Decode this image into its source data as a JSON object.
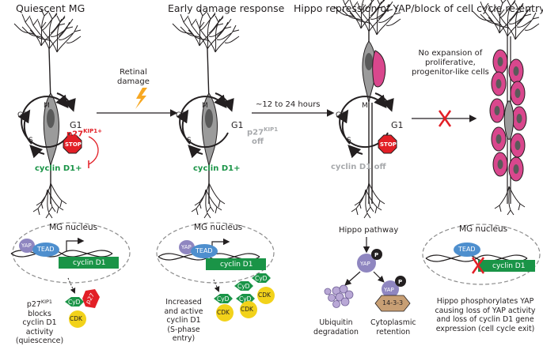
{
  "panels": {
    "quiescent": {
      "title": "Quiescent MG"
    },
    "early": {
      "title": "Early damage response"
    },
    "hippo": {
      "title": "Hippo repression of YAP/block of cell cycle re-entry"
    }
  },
  "arrows": {
    "retinal_damage": "Retinal\ndamage",
    "time": "~12 to 24 hours"
  },
  "no_expansion": "No expansion of\nproliferative,\nprogenitor-like cells",
  "cycle": {
    "phases": [
      "M",
      "G1",
      "S",
      "G2"
    ],
    "stop": "STOP",
    "p27_on": "p27",
    "p27_sup": "KIP1+",
    "p27_off": "p27",
    "p27_off_sup": "KIP1",
    "p27_off_suffix": "off",
    "cyclin_on": "cyclin D1+",
    "cyclin_off": "cyclin D1 off"
  },
  "nucleus": {
    "title": "MG nucleus",
    "yap": "YAP",
    "tead": "TEAD",
    "gene": "cyclin D1"
  },
  "complexes": {
    "cyd": "CyD",
    "cdk": "CDK",
    "p27": "p27"
  },
  "captions": {
    "c1_prefix": "p27",
    "c1_sup": "KIP1",
    "c1_rest": " blocks\ncyclin D1\nactivity\n(quiescence)",
    "c2": "Increased\nand active\ncyclin D1\n(S-phase entry)",
    "c4": "Hippo phosphorylates YAP\ncausing loss of YAP activity\nand loss of cyclin D1 gene\nexpression (cell cycle exit)"
  },
  "hippo_pathway": {
    "title": "Hippo pathway",
    "yap": "YAP",
    "p": "P",
    "protein_1433": "14-3-3",
    "ubiquitin": "Ubiquitin\ndegradation",
    "cytoplasmic": "Cytoplasmic\nretention"
  },
  "colors": {
    "green": "#1a9447",
    "red": "#e21f26",
    "pink": "#d9478d",
    "gray_cell": "#9b9b9b",
    "yap": "#8f86c0",
    "tead": "#4e8fce",
    "cdk": "#f2d21a",
    "purple_frag": "#b9a8d6",
    "tan": "#c89f74",
    "lightning": "#f7a823"
  }
}
